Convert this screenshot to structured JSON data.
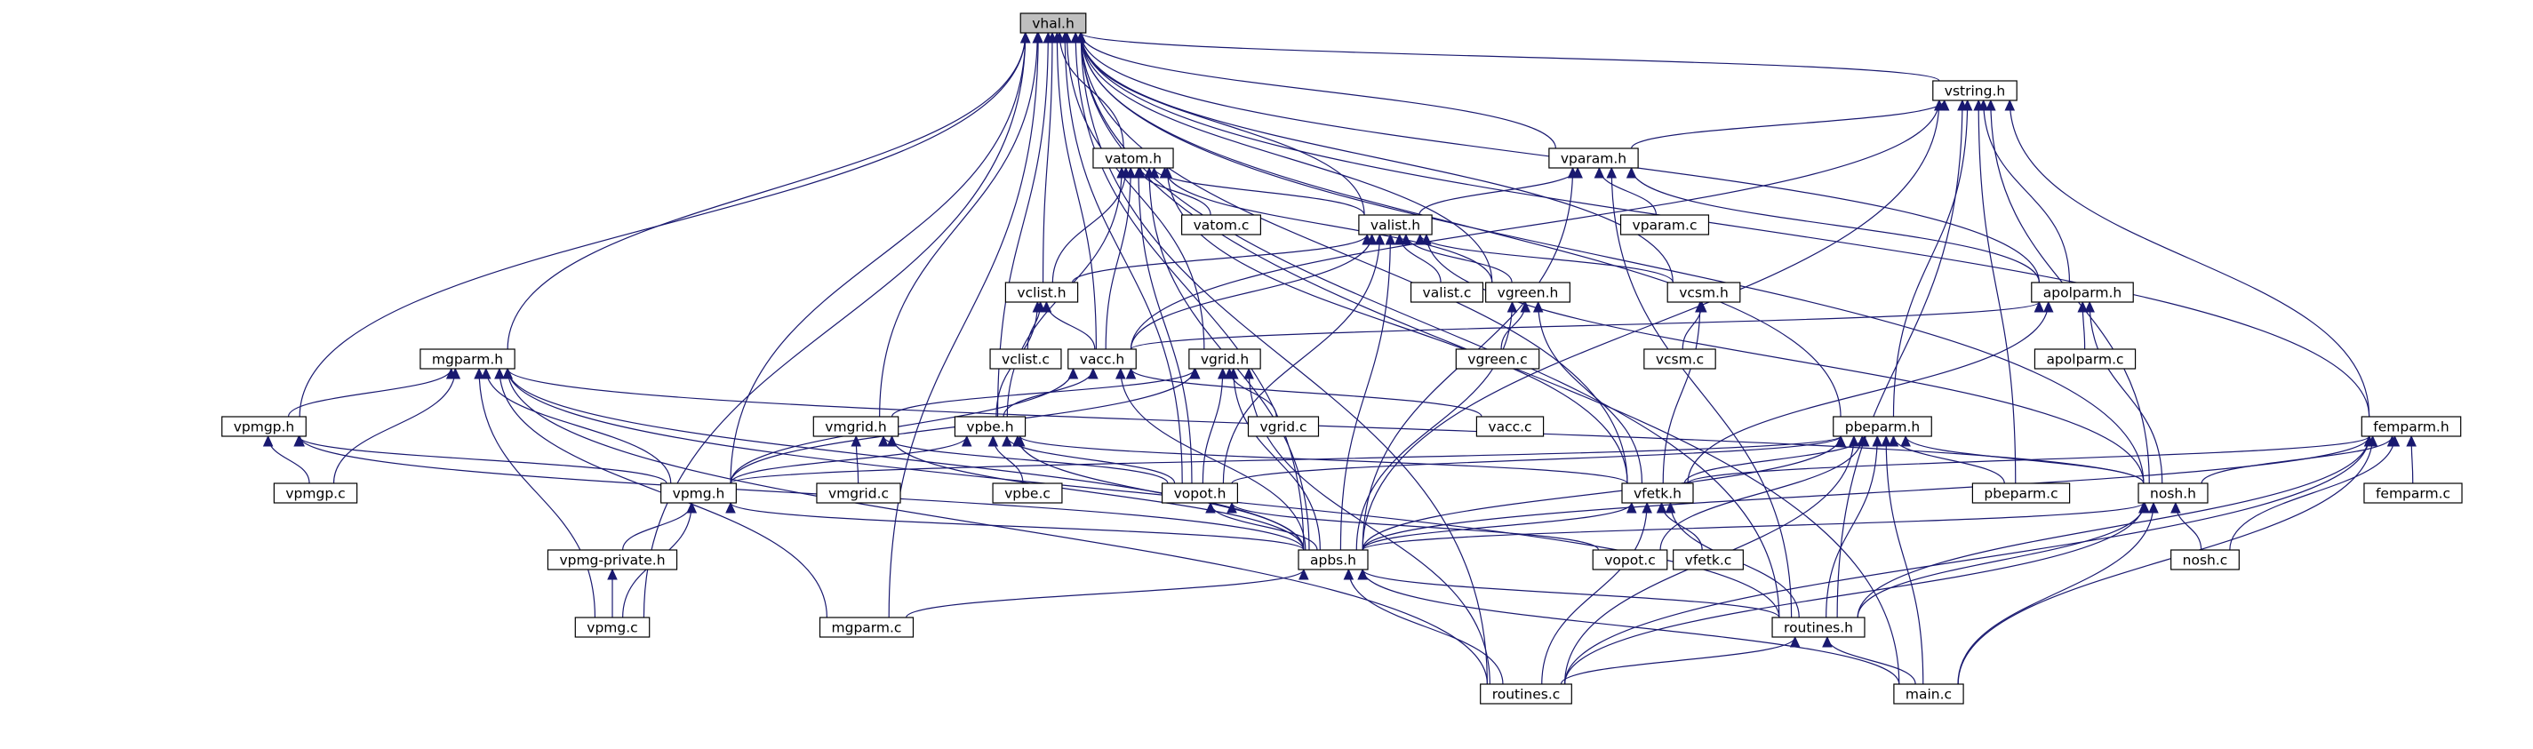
{
  "diagram": {
    "nodes": [
      {
        "id": "vhal_h",
        "label": "vhal.h",
        "highlighted": true
      },
      {
        "id": "vstring_h",
        "label": "vstring.h"
      },
      {
        "id": "vatom_h",
        "label": "vatom.h"
      },
      {
        "id": "vparam_h",
        "label": "vparam.h"
      },
      {
        "id": "vatom_c",
        "label": "vatom.c"
      },
      {
        "id": "valist_h",
        "label": "valist.h"
      },
      {
        "id": "vparam_c",
        "label": "vparam.c"
      },
      {
        "id": "vclist_h",
        "label": "vclist.h"
      },
      {
        "id": "valist_c",
        "label": "valist.c"
      },
      {
        "id": "vgreen_h",
        "label": "vgreen.h"
      },
      {
        "id": "vcsm_h",
        "label": "vcsm.h"
      },
      {
        "id": "apolparm_h",
        "label": "apolparm.h"
      },
      {
        "id": "mgparm_h",
        "label": "mgparm.h"
      },
      {
        "id": "vclist_c",
        "label": "vclist.c"
      },
      {
        "id": "vacc_h",
        "label": "vacc.h"
      },
      {
        "id": "vgrid_h",
        "label": "vgrid.h"
      },
      {
        "id": "vgreen_c",
        "label": "vgreen.c"
      },
      {
        "id": "vcsm_c",
        "label": "vcsm.c"
      },
      {
        "id": "apolparm_c",
        "label": "apolparm.c"
      },
      {
        "id": "vpmgp_h",
        "label": "vpmgp.h"
      },
      {
        "id": "vmgrid_h",
        "label": "vmgrid.h"
      },
      {
        "id": "vpbe_h",
        "label": "vpbe.h"
      },
      {
        "id": "vgrid_c",
        "label": "vgrid.c"
      },
      {
        "id": "vacc_c",
        "label": "vacc.c"
      },
      {
        "id": "pbeparm_h",
        "label": "pbeparm.h"
      },
      {
        "id": "femparm_h",
        "label": "femparm.h"
      },
      {
        "id": "vpmgp_c",
        "label": "vpmgp.c"
      },
      {
        "id": "vpmg_h",
        "label": "vpmg.h"
      },
      {
        "id": "vmgrid_c",
        "label": "vmgrid.c"
      },
      {
        "id": "vpbe_c",
        "label": "vpbe.c"
      },
      {
        "id": "vopot_h",
        "label": "vopot.h"
      },
      {
        "id": "vfetk_h",
        "label": "vfetk.h"
      },
      {
        "id": "pbeparm_c",
        "label": "pbeparm.c"
      },
      {
        "id": "nosh_h",
        "label": "nosh.h"
      },
      {
        "id": "femparm_c",
        "label": "femparm.c"
      },
      {
        "id": "vpmg_private_h",
        "label": "vpmg-private.h"
      },
      {
        "id": "apbs_h",
        "label": "apbs.h"
      },
      {
        "id": "vopot_c",
        "label": "vopot.c"
      },
      {
        "id": "vfetk_c",
        "label": "vfetk.c"
      },
      {
        "id": "nosh_c",
        "label": "nosh.c"
      },
      {
        "id": "vpmg_c",
        "label": "vpmg.c"
      },
      {
        "id": "mgparm_c",
        "label": "mgparm.c"
      },
      {
        "id": "routines_h",
        "label": "routines.h"
      },
      {
        "id": "routines_c",
        "label": "routines.c"
      },
      {
        "id": "main_c",
        "label": "main.c"
      }
    ],
    "edges": [
      [
        "vstring_h",
        "vhal_h"
      ],
      [
        "vatom_h",
        "vhal_h"
      ],
      [
        "vparam_h",
        "vhal_h"
      ],
      [
        "valist_h",
        "vhal_h"
      ],
      [
        "vclist_h",
        "vhal_h"
      ],
      [
        "vgreen_h",
        "vhal_h"
      ],
      [
        "vcsm_h",
        "vhal_h"
      ],
      [
        "apolparm_h",
        "vhal_h"
      ],
      [
        "mgparm_h",
        "vhal_h"
      ],
      [
        "vacc_h",
        "vhal_h"
      ],
      [
        "vgrid_h",
        "vhal_h"
      ],
      [
        "vpmgp_h",
        "vhal_h"
      ],
      [
        "vmgrid_h",
        "vhal_h"
      ],
      [
        "vpbe_h",
        "vhal_h"
      ],
      [
        "pbeparm_h",
        "vhal_h"
      ],
      [
        "femparm_h",
        "vhal_h"
      ],
      [
        "vpmg_h",
        "vhal_h"
      ],
      [
        "vopot_h",
        "vhal_h"
      ],
      [
        "vfetk_h",
        "vhal_h"
      ],
      [
        "nosh_h",
        "vhal_h"
      ],
      [
        "apbs_h",
        "vhal_h"
      ],
      [
        "vpmg_c",
        "vhal_h"
      ],
      [
        "mgparm_c",
        "vhal_h"
      ],
      [
        "routines_h",
        "vhal_h"
      ],
      [
        "routines_c",
        "vhal_h"
      ],
      [
        "main_c",
        "vhal_h"
      ],
      [
        "vparam_h",
        "vstring_h"
      ],
      [
        "apolparm_h",
        "vstring_h"
      ],
      [
        "vacc_h",
        "vstring_h"
      ],
      [
        "pbeparm_h",
        "vstring_h"
      ],
      [
        "femparm_h",
        "vstring_h"
      ],
      [
        "nosh_h",
        "vstring_h"
      ],
      [
        "apbs_h",
        "vstring_h"
      ],
      [
        "routines_h",
        "vstring_h"
      ],
      [
        "pbeparm_c",
        "vstring_h"
      ],
      [
        "vatom_c",
        "vatom_h"
      ],
      [
        "valist_h",
        "vatom_h"
      ],
      [
        "vclist_h",
        "vatom_h"
      ],
      [
        "vacc_h",
        "vatom_h"
      ],
      [
        "vgreen_h",
        "vatom_h"
      ],
      [
        "vpbe_h",
        "vatom_h"
      ],
      [
        "vfetk_h",
        "vatom_h"
      ],
      [
        "vopot_h",
        "vatom_h"
      ],
      [
        "apbs_h",
        "vatom_h"
      ],
      [
        "vparam_c",
        "vparam_h"
      ],
      [
        "valist_h",
        "vparam_h"
      ],
      [
        "apolparm_h",
        "vparam_h"
      ],
      [
        "apbs_h",
        "vparam_h"
      ],
      [
        "routines_h",
        "vparam_h"
      ],
      [
        "valist_c",
        "valist_h"
      ],
      [
        "vclist_h",
        "valist_h"
      ],
      [
        "vgreen_h",
        "valist_h"
      ],
      [
        "vcsm_h",
        "valist_h"
      ],
      [
        "vacc_h",
        "valist_h"
      ],
      [
        "vopot_h",
        "valist_h"
      ],
      [
        "nosh_h",
        "valist_h"
      ],
      [
        "apbs_h",
        "valist_h"
      ],
      [
        "vclist_c",
        "vclist_h"
      ],
      [
        "vacc_h",
        "vclist_h"
      ],
      [
        "vpbe_h",
        "vclist_h"
      ],
      [
        "vgreen_c",
        "vgreen_h"
      ],
      [
        "vfetk_h",
        "vgreen_h"
      ],
      [
        "apbs_h",
        "vgreen_h"
      ],
      [
        "vcsm_c",
        "vcsm_h"
      ],
      [
        "vfetk_h",
        "vcsm_h"
      ],
      [
        "apolparm_c",
        "apolparm_h"
      ],
      [
        "vacc_h",
        "apolparm_h"
      ],
      [
        "nosh_h",
        "apolparm_h"
      ],
      [
        "vfetk_h",
        "apolparm_h"
      ],
      [
        "vpbe_h",
        "vacc_h"
      ],
      [
        "vacc_c",
        "vacc_h"
      ],
      [
        "vpmg_h",
        "vacc_h"
      ],
      [
        "apbs_h",
        "vacc_h"
      ],
      [
        "vgrid_c",
        "vgrid_h"
      ],
      [
        "vmgrid_h",
        "vgrid_h"
      ],
      [
        "vpmg_h",
        "vgrid_h"
      ],
      [
        "vopot_h",
        "vgrid_h"
      ],
      [
        "apbs_h",
        "vgrid_h"
      ],
      [
        "routines_c",
        "vgrid_h"
      ],
      [
        "vpmgp_h",
        "mgparm_h"
      ],
      [
        "vpmgp_c",
        "mgparm_h"
      ],
      [
        "vpmg_h",
        "mgparm_h"
      ],
      [
        "nosh_h",
        "mgparm_h"
      ],
      [
        "apbs_h",
        "mgparm_h"
      ],
      [
        "vpmg_c",
        "mgparm_h"
      ],
      [
        "mgparm_c",
        "mgparm_h"
      ],
      [
        "routines_h",
        "mgparm_h"
      ],
      [
        "routines_c",
        "mgparm_h"
      ],
      [
        "vpmgp_c",
        "vpmgp_h"
      ],
      [
        "vpmg_h",
        "vpmgp_h"
      ],
      [
        "apbs_h",
        "vpmgp_h"
      ],
      [
        "vmgrid_c",
        "vmgrid_h"
      ],
      [
        "vopot_h",
        "vmgrid_h"
      ],
      [
        "apbs_h",
        "vmgrid_h"
      ],
      [
        "vpbe_c",
        "vpbe_h"
      ],
      [
        "vpmg_h",
        "vpbe_h"
      ],
      [
        "vopot_h",
        "vpbe_h"
      ],
      [
        "vfetk_h",
        "vpbe_h"
      ],
      [
        "apbs_h",
        "vpbe_h"
      ],
      [
        "pbeparm_c",
        "pbeparm_h"
      ],
      [
        "vfetk_h",
        "pbeparm_h"
      ],
      [
        "nosh_h",
        "pbeparm_h"
      ],
      [
        "vpmg_h",
        "pbeparm_h"
      ],
      [
        "vopot_h",
        "pbeparm_h"
      ],
      [
        "apbs_h",
        "pbeparm_h"
      ],
      [
        "routines_h",
        "pbeparm_h"
      ],
      [
        "routines_c",
        "pbeparm_h"
      ],
      [
        "main_c",
        "pbeparm_h"
      ],
      [
        "vopot_c",
        "pbeparm_h"
      ],
      [
        "femparm_c",
        "femparm_h"
      ],
      [
        "nosh_h",
        "femparm_h"
      ],
      [
        "vfetk_h",
        "femparm_h"
      ],
      [
        "apbs_h",
        "femparm_h"
      ],
      [
        "nosh_c",
        "femparm_h"
      ],
      [
        "routines_h",
        "femparm_h"
      ],
      [
        "routines_c",
        "femparm_h"
      ],
      [
        "main_c",
        "femparm_h"
      ],
      [
        "vpmg_private_h",
        "vpmg_h"
      ],
      [
        "vpmg_c",
        "vpmg_h"
      ],
      [
        "apbs_h",
        "vpmg_h"
      ],
      [
        "apbs_h",
        "vopot_h"
      ],
      [
        "vopot_c",
        "vopot_h"
      ],
      [
        "vfetk_c",
        "vfetk_h"
      ],
      [
        "apbs_h",
        "vfetk_h"
      ],
      [
        "routines_h",
        "vfetk_h"
      ],
      [
        "routines_c",
        "vfetk_h"
      ],
      [
        "nosh_c",
        "nosh_h"
      ],
      [
        "apbs_h",
        "nosh_h"
      ],
      [
        "routines_h",
        "nosh_h"
      ],
      [
        "routines_c",
        "nosh_h"
      ],
      [
        "main_c",
        "nosh_h"
      ],
      [
        "vpmg_c",
        "vpmg_private_h"
      ],
      [
        "mgparm_c",
        "apbs_h"
      ],
      [
        "routines_h",
        "apbs_h"
      ],
      [
        "routines_c",
        "apbs_h"
      ],
      [
        "main_c",
        "apbs_h"
      ],
      [
        "routines_c",
        "routines_h"
      ],
      [
        "main_c",
        "routines_h"
      ]
    ]
  }
}
